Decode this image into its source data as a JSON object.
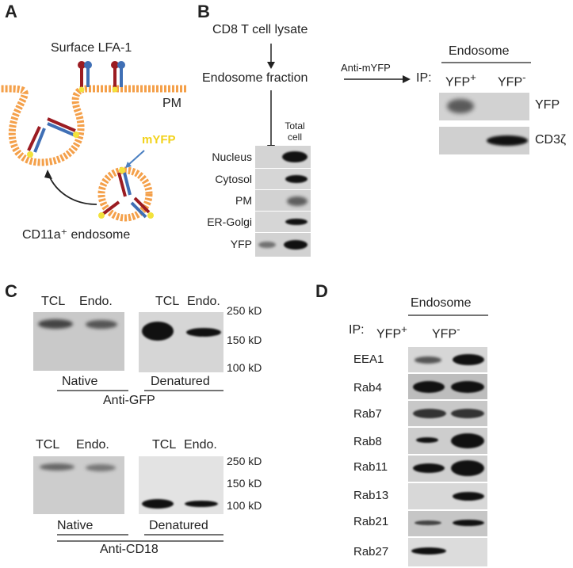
{
  "panel_a": {
    "letter": "A",
    "surface_label": "Surface LFA-1",
    "pm_label": "PM",
    "mfyp_label": "mYFP",
    "endosome_label": "CD11a⁺ endosome",
    "colors": {
      "membrane": "#f4a04a",
      "mfyp": "#f2d21b",
      "arrow": "#4a7fc1",
      "head": "#9b1c22",
      "stalk": "#3f6fb5",
      "foot": "#f2e23c"
    }
  },
  "panel_b": {
    "letter": "B",
    "lysate": "CD8 T cell lysate",
    "fraction": "Endosome fraction",
    "anti": "Anti-mYFP",
    "ip": "IP:",
    "endosome_header": "Endosome",
    "lanes": [
      "YFP",
      "YFP"
    ],
    "lane_sup": [
      "+",
      "-"
    ],
    "right_rows": [
      "YFP",
      "CD3ζ"
    ],
    "total_cell": "Total cell",
    "left_rows": [
      "Nucleus",
      "Cytosol",
      "PM",
      "ER-Golgi",
      "YFP"
    ]
  },
  "panel_c": {
    "letter": "C",
    "top": {
      "lanes": [
        "TCL",
        "Endo.",
        "TCL",
        "Endo."
      ],
      "markers": [
        "250 kD",
        "150 kD",
        "100 kD"
      ],
      "native": "Native",
      "denatured": "Denatured",
      "antibody": "Anti-GFP"
    },
    "bottom": {
      "lanes": [
        "TCL",
        "Endo.",
        "TCL",
        "Endo."
      ],
      "markers": [
        "250 kD",
        "150 kD",
        "100 kD"
      ],
      "native": "Native",
      "denatured": "Denatured",
      "antibody": "Anti-CD18"
    }
  },
  "panel_d": {
    "letter": "D",
    "endosome_header": "Endosome",
    "ip": "IP:",
    "lanes": [
      "YFP",
      "YFP"
    ],
    "lane_sup": [
      "+",
      "-"
    ],
    "rows": [
      "EEA1",
      "Rab4",
      "Rab7",
      "Rab8",
      "Rab11",
      "Rab13",
      "Rab21",
      "Rab27"
    ]
  }
}
